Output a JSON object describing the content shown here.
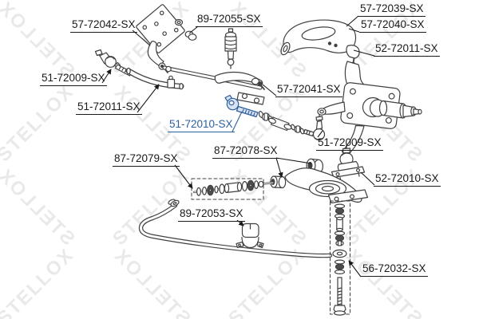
{
  "brand_watermark": {
    "text": "STELLOX",
    "color": "#e0e0e0"
  },
  "diagram": {
    "type": "exploded-parts-diagram",
    "line_color": "#404040",
    "highlight_color": "#2d5f9e",
    "labels": [
      {
        "text": "57-72042-SX",
        "highlighted": false
      },
      {
        "text": "89-72055-SX",
        "highlighted": false
      },
      {
        "text": "57-72039-SX",
        "highlighted": false
      },
      {
        "text": "57-72040-SX",
        "highlighted": false
      },
      {
        "text": "52-72011-SX",
        "highlighted": false
      },
      {
        "text": "51-72009-SX",
        "highlighted": false
      },
      {
        "text": "51-72011-SX",
        "highlighted": false
      },
      {
        "text": "57-72041-SX",
        "highlighted": false
      },
      {
        "text": "51-72010-SX",
        "highlighted": true
      },
      {
        "text": "87-72078-SX",
        "highlighted": false
      },
      {
        "text": "87-72079-SX",
        "highlighted": false
      },
      {
        "text": "51-72009-SX",
        "highlighted": false
      },
      {
        "text": "52-72010-SX",
        "highlighted": false
      },
      {
        "text": "89-72053-SX",
        "highlighted": false
      },
      {
        "text": "56-72032-SX",
        "highlighted": false
      }
    ]
  }
}
